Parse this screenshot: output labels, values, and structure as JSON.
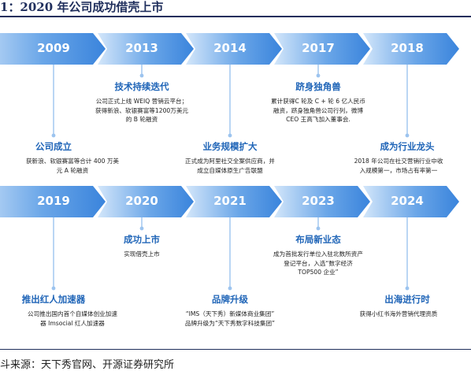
{
  "header": {
    "title": "1：2020 年公司成功借壳上市"
  },
  "footer": {
    "source": "斗来源：天下秀官网、开源证券研究所"
  },
  "colors": {
    "arrow_light": "#cfe3f8",
    "arrow_dark": "#3d86dc",
    "accent": "#2166b8",
    "stem": "#9cc4ef"
  },
  "timeline": {
    "row1": [
      {
        "year": "2009",
        "title": "公司成立",
        "desc": [
          "获新浪、软银赛富等合计 400 万美",
          "元 A 轮融资"
        ]
      },
      {
        "year": "2013",
        "title": "技术持续迭代",
        "desc": [
          "公司正式上线 WEIQ 营销云平台；",
          "获得新浪、软银赛富等1200万美元",
          "的 B 轮融资"
        ]
      },
      {
        "year": "2014",
        "title": "业务规模扩大",
        "desc": [
          "正式成为阿里社交全案供应商，并",
          "成立自媒体原生广告联盟"
        ]
      },
      {
        "year": "2017",
        "title": "跻身独角兽",
        "desc": [
          "累计获得C 轮及 C + 轮 6 亿人民币",
          "融资，跻身独角兽公司行列，微博",
          "CEO 王高飞加入董事会."
        ]
      },
      {
        "year": "2018",
        "title": "成为行业龙头",
        "desc": [
          "2018 年公司在社交营销行业中收",
          "入规模第一，市场占有率第一"
        ]
      }
    ],
    "row2": [
      {
        "year": "2019",
        "title": "推出红人加速器",
        "desc": [
          "公司推出国内首个自媒体创业加速",
          "器 Imsocial 红人加速器"
        ]
      },
      {
        "year": "2020",
        "title": "成功上市",
        "desc": [
          "实现借壳上市"
        ]
      },
      {
        "year": "2021",
        "title": "品牌升级",
        "desc": [
          "“IMS（天下秀）新媒体商业集团”",
          "品牌升级为“天下秀数字科技集团”"
        ]
      },
      {
        "year": "2023",
        "title": "布局新业态",
        "desc": [
          "成为首批发行单位入驻北数所资产",
          "登记平台，入选“数字经济",
          "TOP500 企业”"
        ]
      },
      {
        "year": "2024",
        "title": "出海进行时",
        "desc": [
          "获得小红书海外营销代理资质"
        ]
      }
    ]
  }
}
